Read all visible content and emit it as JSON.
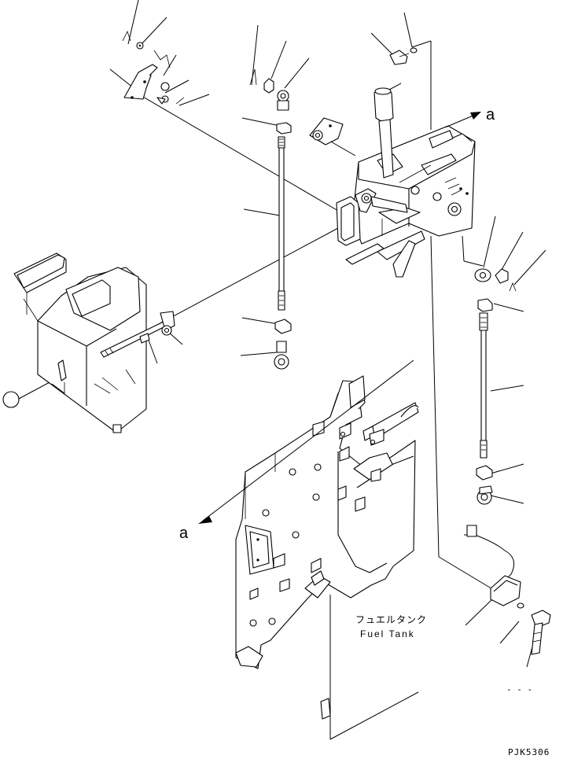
{
  "labels": {
    "view_marker_top": "a",
    "view_marker_bottom": "a",
    "tank_label_jp": "フュエルタンク",
    "tank_label_en": "Fuel Tank",
    "drawing_code": "PJK5306",
    "dash_mark": "- - -"
  },
  "colors": {
    "line": "#000000",
    "background": "#ffffff"
  }
}
